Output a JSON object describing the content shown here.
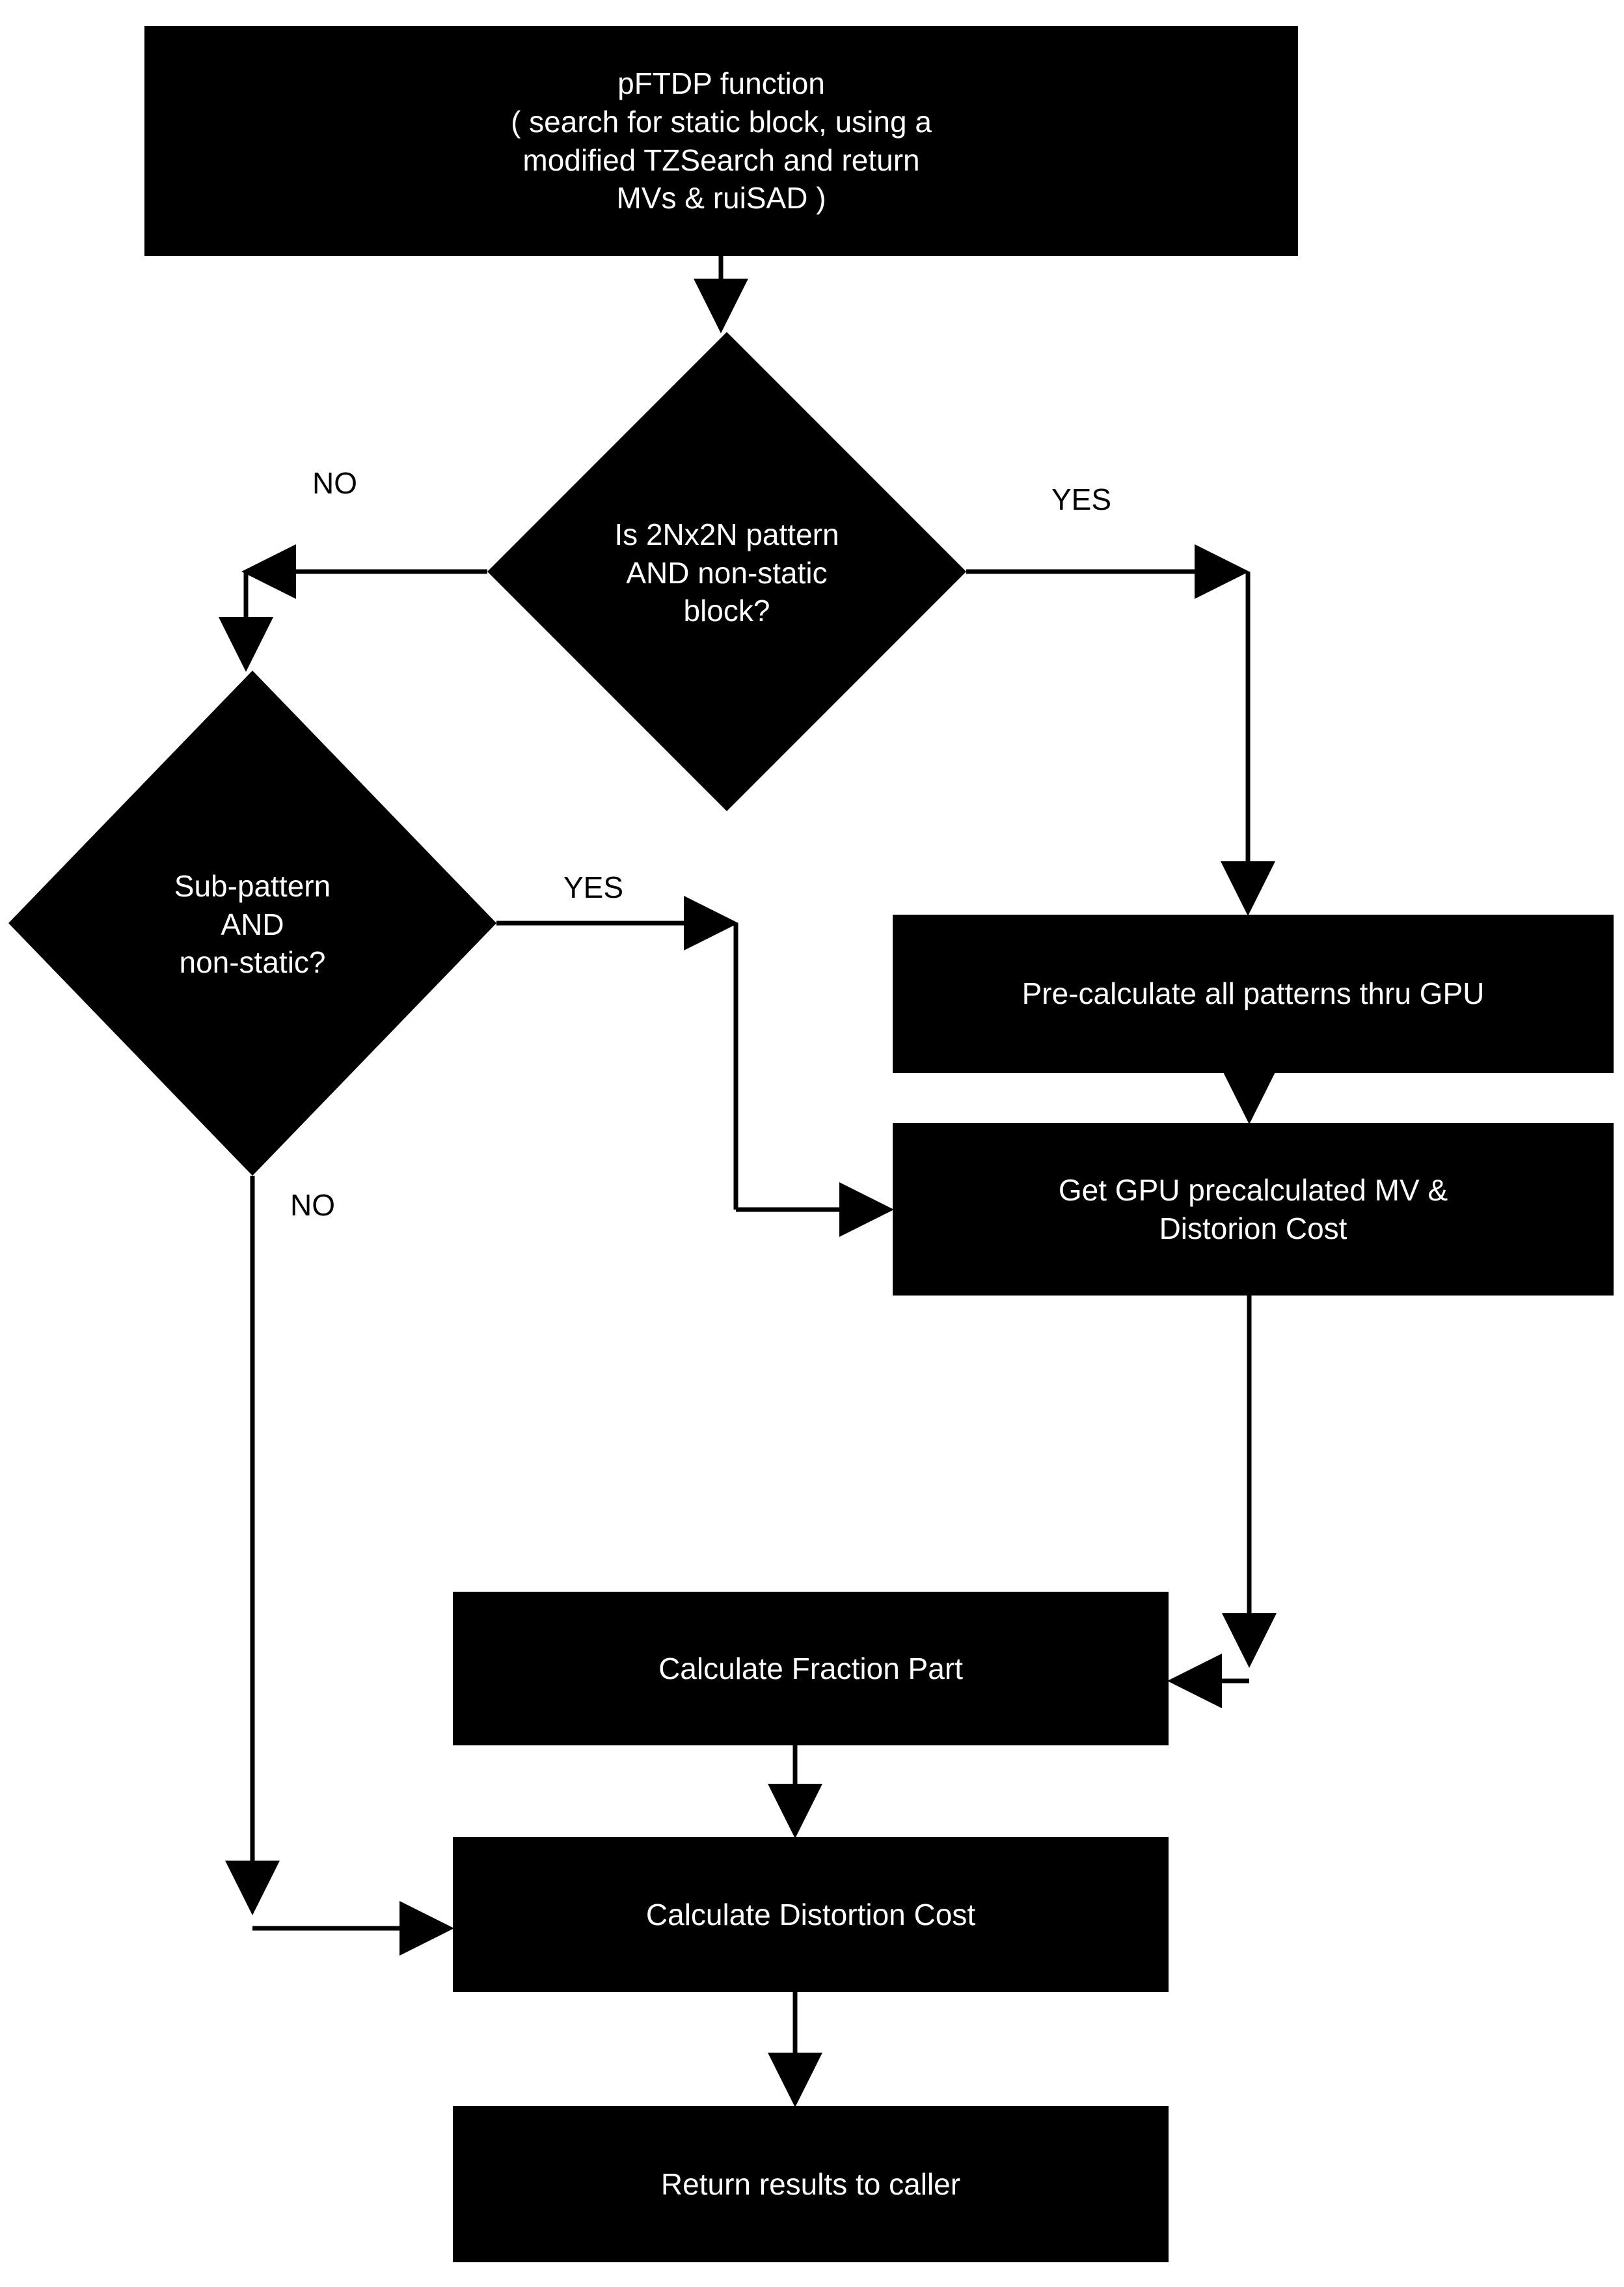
{
  "diagram": {
    "type": "flowchart",
    "background_color": "#ffffff",
    "node_fill_color": "#000000",
    "node_text_color": "#ffffff",
    "edge_color": "#000000",
    "nodes": [
      {
        "id": "start",
        "shape": "process",
        "label": "pFTDP function\n( search for static block, using a\nmodified  TZSearch and return\nMVs & ruiSAD )"
      },
      {
        "id": "decision-2nx2n",
        "shape": "decision",
        "label": "Is 2Nx2N pattern\nAND non-static\nblock?"
      },
      {
        "id": "decision-subpattern",
        "shape": "decision",
        "label": "Sub-pattern\nAND\nnon-static?"
      },
      {
        "id": "precalculate-gpu",
        "shape": "process",
        "label": "Pre-calculate all patterns thru GPU"
      },
      {
        "id": "get-gpu-mv",
        "shape": "process",
        "label": "Get GPU precalculated MV &\nDistorion Cost"
      },
      {
        "id": "calc-fraction",
        "shape": "process",
        "label": "Calculate Fraction Part"
      },
      {
        "id": "calc-distortion",
        "shape": "process",
        "label": "Calculate Distortion Cost"
      },
      {
        "id": "return-results",
        "shape": "process",
        "label": "Return results to caller"
      }
    ],
    "edge_labels": {
      "decision1_no": "NO",
      "decision1_yes": "YES",
      "decision2_yes": "YES",
      "decision2_no": "NO"
    },
    "edges": [
      {
        "from": "start",
        "to": "decision-2nx2n",
        "label": ""
      },
      {
        "from": "decision-2nx2n",
        "to": "decision-subpattern",
        "label": "NO"
      },
      {
        "from": "decision-2nx2n",
        "to": "precalculate-gpu",
        "label": "YES"
      },
      {
        "from": "decision-subpattern",
        "to": "get-gpu-mv",
        "label": "YES"
      },
      {
        "from": "decision-subpattern",
        "to": "calc-distortion",
        "label": "NO"
      },
      {
        "from": "precalculate-gpu",
        "to": "get-gpu-mv",
        "label": ""
      },
      {
        "from": "get-gpu-mv",
        "to": "calc-fraction",
        "label": ""
      },
      {
        "from": "calc-fraction",
        "to": "calc-distortion",
        "label": ""
      },
      {
        "from": "calc-distortion",
        "to": "return-results",
        "label": ""
      }
    ]
  }
}
